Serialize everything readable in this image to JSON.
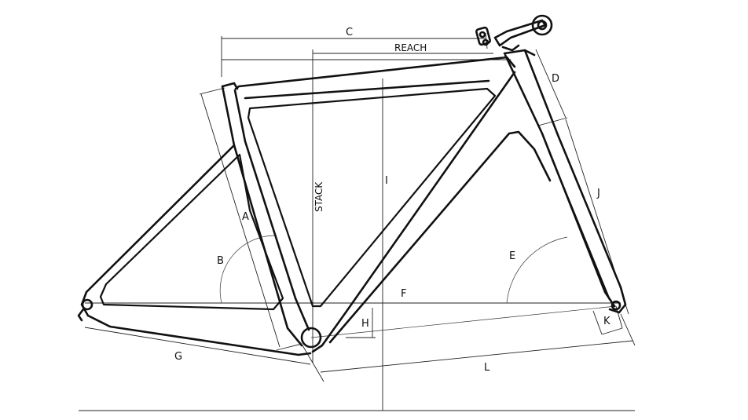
{
  "diagram": {
    "labels": {
      "a": "A",
      "b": "B",
      "c": "C",
      "d": "D",
      "e": "E",
      "f": "F",
      "g": "G",
      "h": "H",
      "i": "I",
      "j": "J",
      "k": "K",
      "l": "L",
      "reach": "REACH",
      "stack": "STACK"
    }
  }
}
